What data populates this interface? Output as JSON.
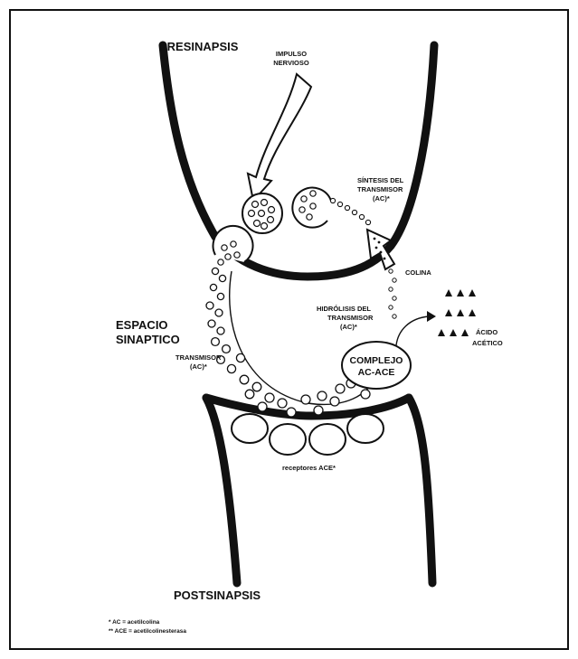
{
  "labels": {
    "presinapsis": "PRESINAPSIS",
    "impulso_1": "IMPULSO",
    "impulso_2": "NERVIOSO",
    "sintesis_1": "SÍNTESIS DEL",
    "sintesis_2": "TRANSMISOR",
    "sintesis_3": "(AC)*",
    "colina": "COLINA",
    "espacio_1": "ESPACIO",
    "espacio_2": "SINAPTICO",
    "hidrolisis_1": "HIDRÓLISIS DEL",
    "hidrolisis_2": "TRANSMISOR",
    "hidrolisis_3": "(AC)*",
    "acido_1": "ÁCIDO",
    "acido_2": "ACÉTICO",
    "transmisor_1": "TRANSMISOR",
    "transmisor_2": "(AC)*",
    "complejo_1": "COMPLEJO",
    "complejo_2": "AC-ACE",
    "receptores": "receptores ACE*",
    "postsinapsis": "POSTSINAPSIS"
  },
  "footnotes": {
    "note_1": "*   AC   = acetilcolina",
    "note_2": "**  ACE = acetilcolinesterasa"
  }
}
